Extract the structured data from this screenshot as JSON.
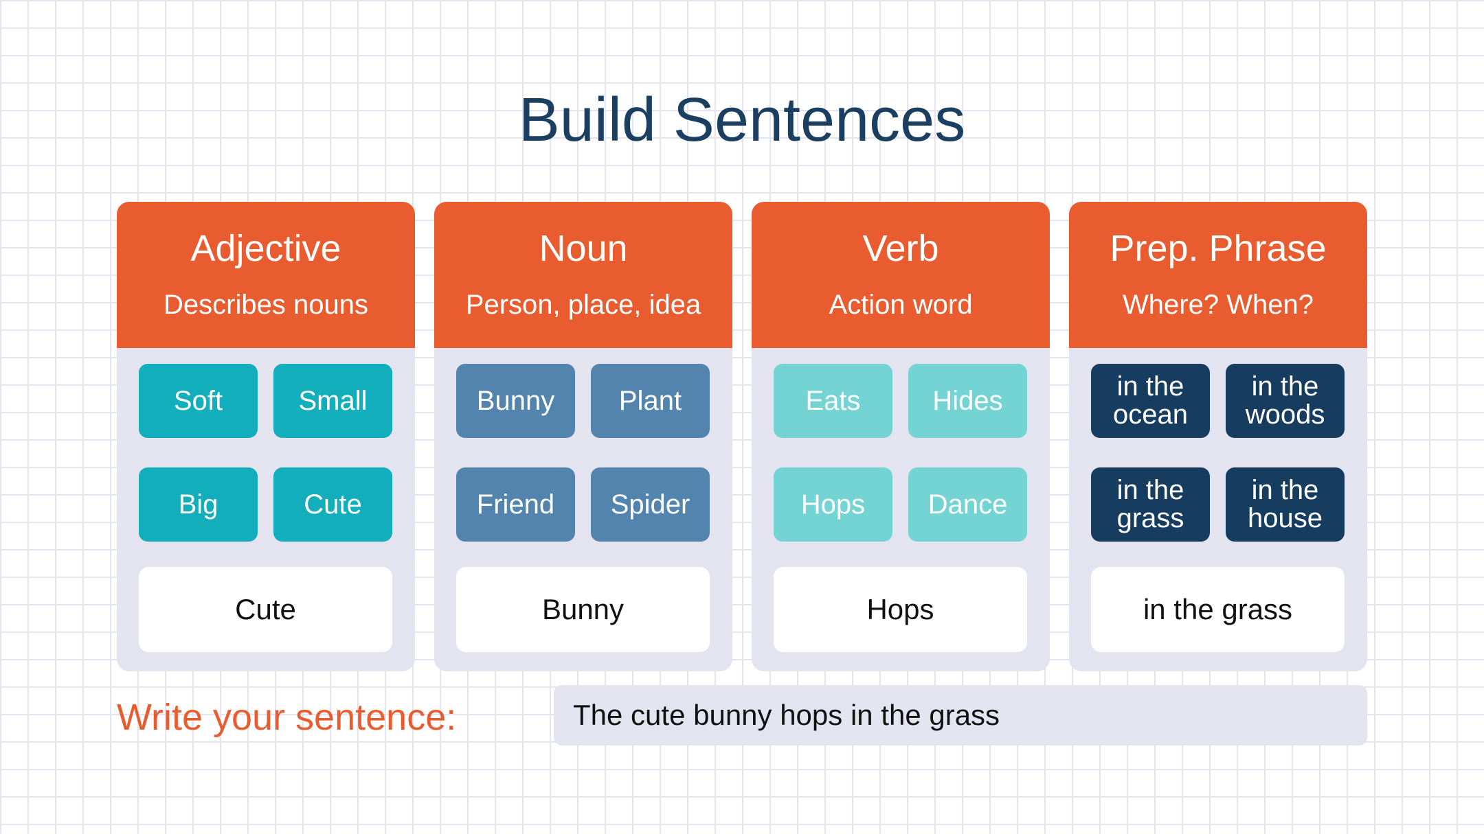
{
  "title": "Build Sentences",
  "colors": {
    "header": "#e85c2f",
    "title": "#1b3f60",
    "adjective_tile": "#12aebb",
    "noun_tile": "#5284ad",
    "verb_tile": "#74d4d4",
    "prep_tile": "#163d5f",
    "panel": "#e3e4ef"
  },
  "columns": [
    {
      "name": "Adjective",
      "description": "Describes nouns",
      "words": [
        "Soft",
        "Small",
        "Big",
        "Cute"
      ],
      "answer": "Cute"
    },
    {
      "name": "Noun",
      "description": "Person, place, idea",
      "words": [
        "Bunny",
        "Plant",
        "Friend",
        "Spider"
      ],
      "answer": "Bunny"
    },
    {
      "name": "Verb",
      "description": "Action word",
      "words": [
        "Eats",
        "Hides",
        "Hops",
        "Dance"
      ],
      "answer": "Hops"
    },
    {
      "name": "Prep. Phrase",
      "description": "Where? When?",
      "words": [
        "in the ocean",
        "in the woods",
        "in the grass",
        "in the house"
      ],
      "answer": "in the grass"
    }
  ],
  "sentence": {
    "label": "Write your sentence:",
    "value": "The cute bunny hops in the grass"
  }
}
